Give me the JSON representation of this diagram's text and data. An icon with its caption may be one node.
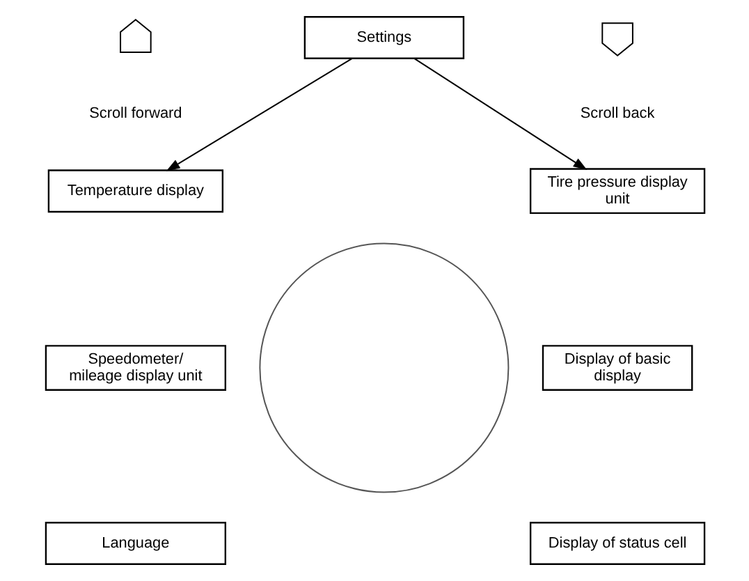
{
  "diagram": {
    "nodes": [
      {
        "text": [],
        "shape": "arrow"
      },
      {
        "text": [
          "Settings"
        ]
      },
      {
        "text": [],
        "shape": "arrow"
      },
      {
        "text": [
          "Temperature display"
        ]
      },
      {
        "text": [
          "Tire pressure display unit"
        ]
      },
      {
        "text": [
          "Speedometer/ mileage display unit"
        ]
      },
      {
        "text": [
          "Display of basic display"
        ]
      },
      {
        "text": [
          "Language"
        ]
      },
      {
        "text": [
          "Display of status cell"
        ]
      },
      {
        "text": [],
        "shape": "circle"
      }
    ],
    "edges": [
      {
        "from": 1,
        "to": 3,
        "arrow": "to"
      },
      {
        "from": 1,
        "to": 4,
        "arrow": "to"
      }
    ],
    "labels": [
      "Scroll forward",
      "Scroll back"
    ]
  }
}
